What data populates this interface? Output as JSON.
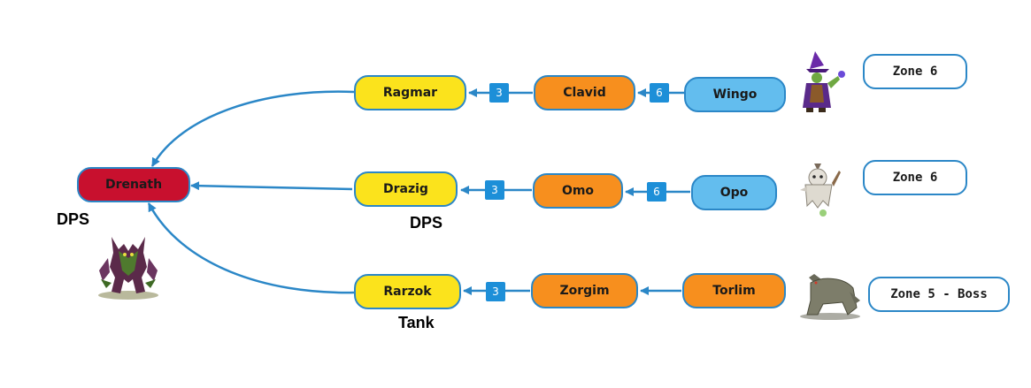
{
  "nodes": {
    "drenath": "Drenath",
    "ragmar": "Ragmar",
    "clavid": "Clavid",
    "wingo": "Wingo",
    "drazig": "Drazig",
    "omo": "Omo",
    "opo": "Opo",
    "rarzok": "Rarzok",
    "zorgim": "Zorgim",
    "torlim": "Torlim"
  },
  "edge_counts": {
    "ragmar_from_clavid": "3",
    "clavid_from_wingo": "6",
    "drazig_from_omo": "3",
    "omo_from_opo": "6",
    "rarzok_from_zorgim": "3"
  },
  "zones": {
    "row1": "Zone 6",
    "row2": "Zone 6",
    "row3": "Zone 5 - Boss"
  },
  "roles": {
    "drenath": "DPS",
    "drazig": "DPS",
    "rarzok": "Tank"
  },
  "sprites": {
    "drenath": "demon-sprite",
    "wingo": "wizard-sprite",
    "opo": "ghost-sprite",
    "torlim": "beast-sprite"
  },
  "colors": {
    "yellow": "#fbe31c",
    "orange": "#f78f1e",
    "blue": "#63bdee",
    "red": "#c8102e",
    "connector": "#2b87c7",
    "badge": "#1d8fd8"
  }
}
